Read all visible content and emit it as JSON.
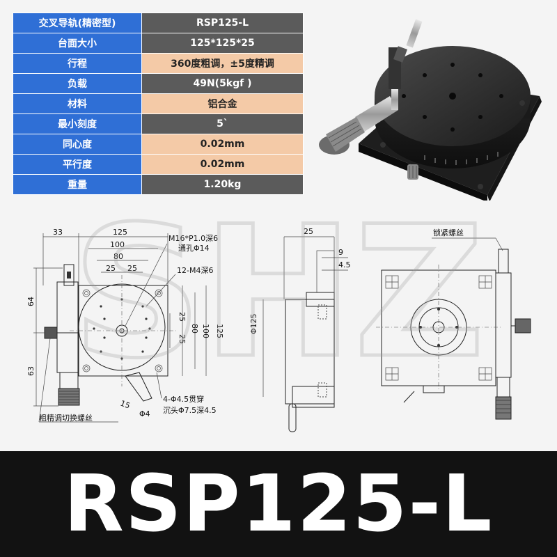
{
  "spec_table": {
    "rows": [
      {
        "label": "交叉导轨(精密型)",
        "value": "RSP125-L"
      },
      {
        "label": "台面大小",
        "value": "125*125*25"
      },
      {
        "label": "行程",
        "value": "360度粗调，±5度精调"
      },
      {
        "label": "负载",
        "value": "49N(5kgf )"
      },
      {
        "label": "材料",
        "value": "铝合金"
      },
      {
        "label": "最小刻度",
        "value": "5`"
      },
      {
        "label": "同心度",
        "value": "0.02mm"
      },
      {
        "label": "平行度",
        "value": "0.02mm"
      },
      {
        "label": "重量",
        "value": "1.20kg"
      }
    ]
  },
  "drawing": {
    "dims": {
      "d33": "33",
      "d125": "125",
      "d100": "100",
      "d80": "80",
      "d25a": "25",
      "d25b": "25",
      "d64": "64",
      "d63": "63",
      "v100": "100",
      "v125": "125",
      "v80": "80",
      "v25a": "25",
      "v25b": "25",
      "d15": "15",
      "phi4": "Φ4",
      "side25": "25",
      "side9": "9",
      "side45": "4.5",
      "phi125": "Φ125"
    },
    "notes": {
      "m16": "M16*P1.0深6",
      "m16b": "通孔Φ14",
      "m4": "12-M4深6",
      "holes": "4-Φ4.5贯穿",
      "counter": "沉头Φ7.5深4.5",
      "coarse_fine": "粗精调切换螺丝",
      "lock": "锁紧螺丝"
    }
  },
  "watermark": "SHZ",
  "banner": {
    "title": "RSP125-L"
  },
  "colors": {
    "label_blue": "#2f6fd6",
    "row_dark": "#5b5b5b",
    "row_peach": "#f4caa7",
    "banner": "#121212"
  }
}
